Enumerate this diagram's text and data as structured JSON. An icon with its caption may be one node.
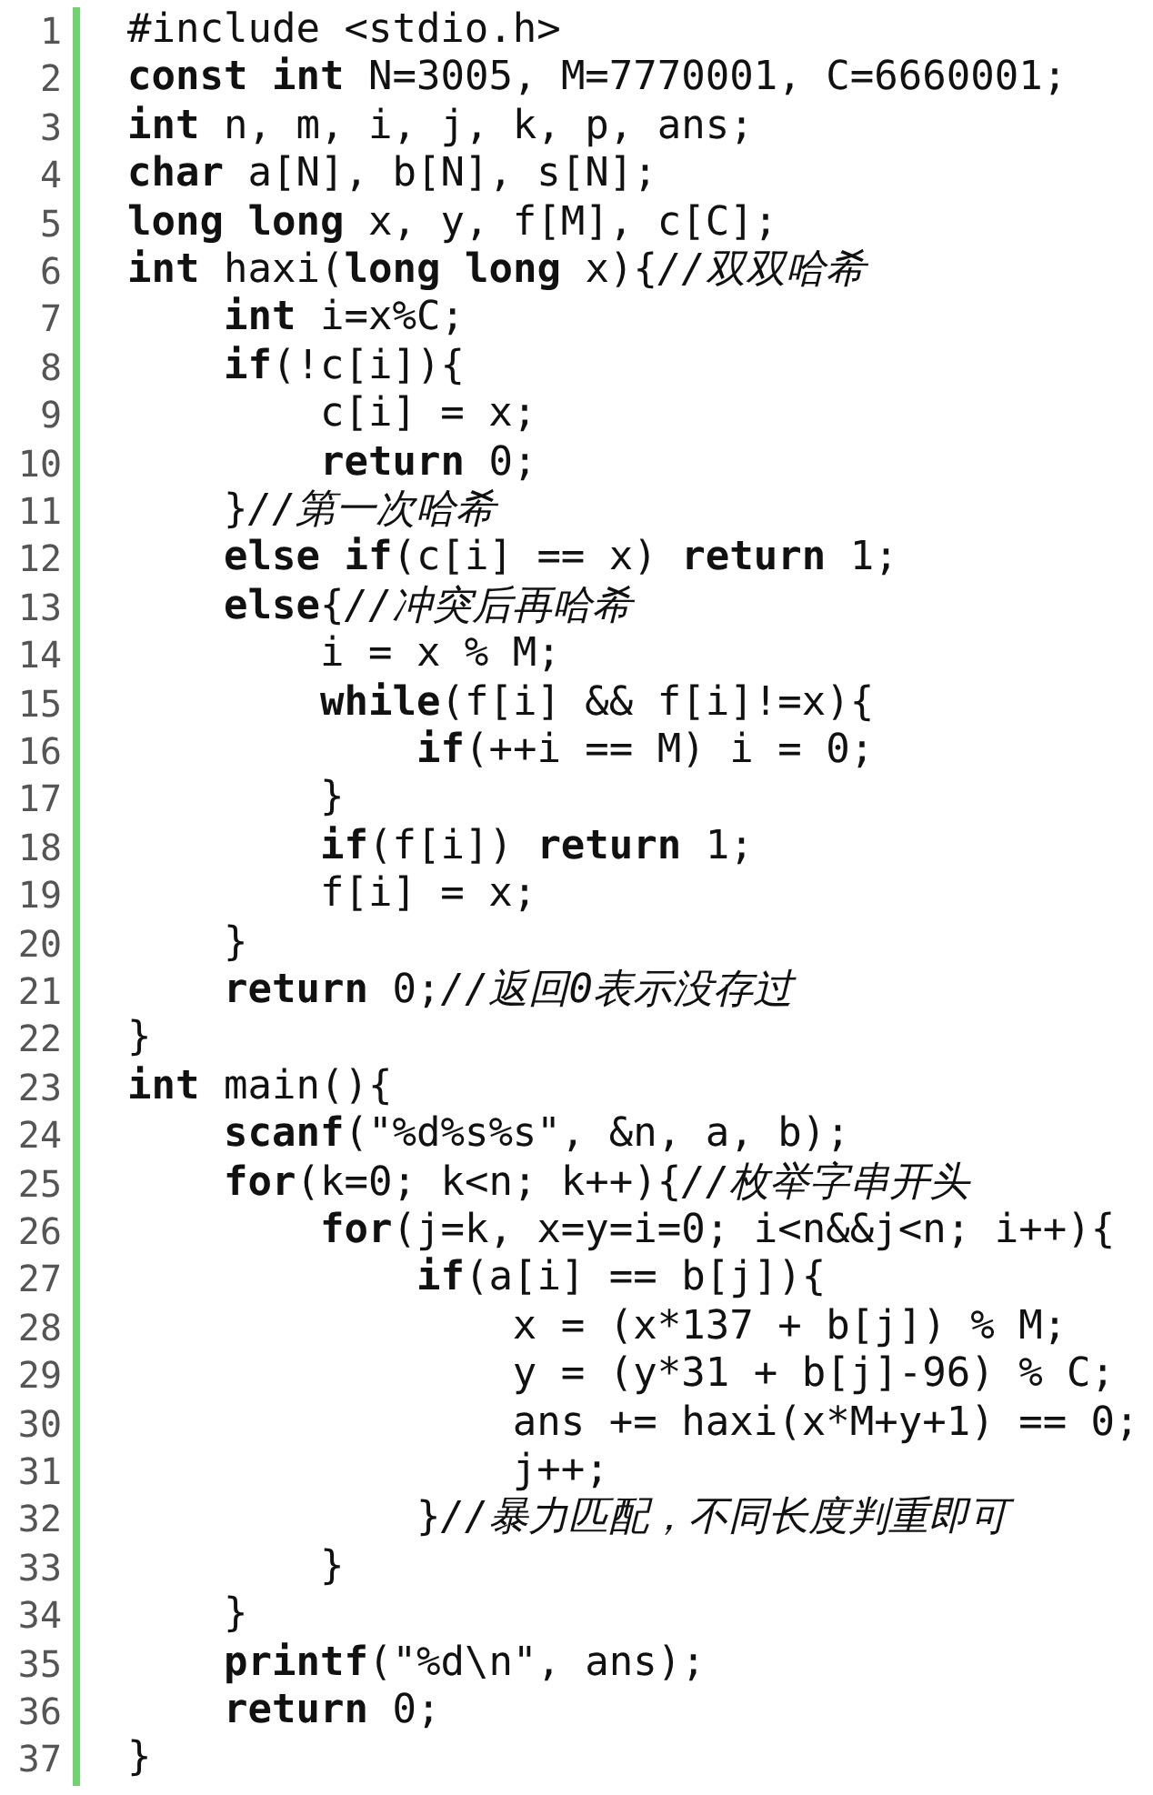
{
  "diagram": {
    "labels": [
      "1",
      "#include <stdio.h>",
      "2",
      "**const** **int** N=3005, M=7770001, C=6660001;",
      "3",
      "**int** n, m, i, j, k, p, ans;",
      "4",
      "**char** a[N], b[N], s[N];",
      "5",
      "**long** **long** x, y, f[M], c[C];",
      "6",
      "**int** haxi(**long** **long** x){*//双双哈希*",
      "7",
      "    **int** i=x%C;",
      "8",
      "    **if**(!c[i]){",
      "9",
      "        c[i] = x;",
      "10",
      "        **return** 0;",
      "11",
      "    }*//第一次哈希*",
      "12",
      "    **else** **if**(c[i] == x) **return** 1;",
      "13",
      "    **else**{*//冲突后再哈希*",
      "14",
      "        i = x % M;",
      "15",
      "        **while**(f[i] && f[i]!=x){",
      "16",
      "            **if**(++i == M) i = 0;",
      "17",
      "        }",
      "18",
      "        **if**(f[i]) **return** 1;",
      "19",
      "        f[i] = x;",
      "20",
      "    }",
      "21",
      "    **return** 0;*//返回0表示没存过*",
      "22",
      "}",
      "23",
      "**int** main(){",
      "24",
      "    **scanf**(\"%d%s%s\", &n, a, b);",
      "25",
      "    **for**(k=0; k<n; k++){*//枚举字串开头*",
      "26",
      "        **for**(j=k, x=y=i=0; i<n&&j<n; i++){",
      "27",
      "            **if**(a[i] == b[j]){",
      "28",
      "                x = (x*137 + b[j]) % M;",
      "29",
      "                y = (y*31 + b[j]-96) % C;",
      "30",
      "                ans += haxi(x*M+y+1) == 0;",
      "31",
      "                j++;",
      "32",
      "            }*//暴力匹配，不同长度判重即可*",
      "33",
      "        }",
      "34",
      "    }",
      "35",
      "    **printf**(\"%d\\n\", ans);",
      "36",
      "    **return** 0;",
      "37",
      "}"
    ]
  }
}
